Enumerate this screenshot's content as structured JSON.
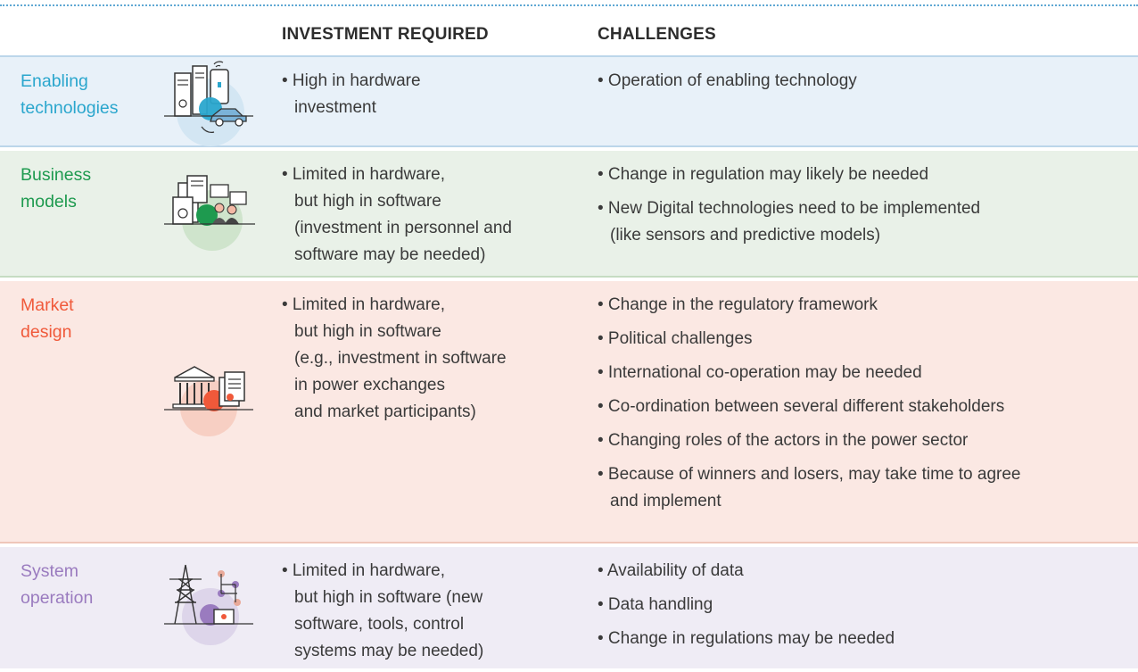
{
  "header": {
    "investment": "INVESTMENT REQUIRED",
    "challenges": "CHALLENGES"
  },
  "colors": {
    "enabling": "#2aa6cd",
    "business": "#1e9a4f",
    "market": "#f0593a",
    "system": "#9a7bbf",
    "top_rule": "#5fa8d3"
  },
  "rows": [
    {
      "title": "Enabling\ntechnologies",
      "icon": "ev-charging-devices-icon",
      "investment": [
        "• High in hardware\ninvestment"
      ],
      "challenges": [
        "• Operation of enabling technology"
      ]
    },
    {
      "title": "Business\nmodels",
      "icon": "business-documents-people-icon",
      "investment": [
        "• Limited in hardware,\n  but high in software\n  (investment in personnel and\n  software may be needed)"
      ],
      "challenges": [
        "• Change in regulation may likely be needed",
        "• New Digital technologies need to be implemented\n  (like sensors and predictive models)"
      ]
    },
    {
      "title": "Market\ndesign",
      "icon": "institution-contract-icon",
      "investment": [
        "• Limited in hardware,\n  but high in software\n  (e.g., investment in software\n  in power exchanges\n  and market participants)"
      ],
      "challenges": [
        "• Change in the regulatory framework",
        "• Political challenges",
        "• International co-operation may be needed",
        "• Co-ordination between several different stakeholders",
        "• Changing roles of the actors in the power sector",
        "• Because of winners and losers, may take time to agree\n  and implement"
      ]
    },
    {
      "title": "System\noperation",
      "icon": "power-tower-network-icon",
      "investment": [
        "• Limited in hardware,\n  but high in software (new\n  software, tools, control\n  systems may be needed)"
      ],
      "challenges": [
        "• Availability of data",
        "• Data handling",
        "• Change in regulations may be needed"
      ]
    }
  ]
}
